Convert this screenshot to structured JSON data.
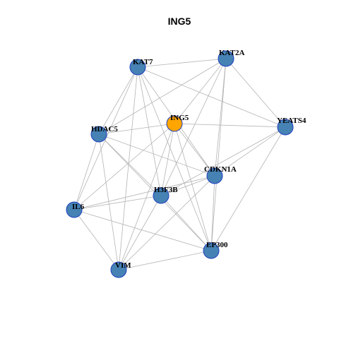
{
  "title": "ING5",
  "colors": {
    "focus_node": "#ffa500",
    "node": "#4682b4",
    "node_border": "#1f3fbf",
    "edge": "#b4b4b4"
  },
  "nodes": [
    {
      "id": "ING5",
      "label": "ING5",
      "focus": true
    },
    {
      "id": "KAT7",
      "label": "KAT7",
      "focus": false
    },
    {
      "id": "KAT2A",
      "label": "KAT2A",
      "focus": false
    },
    {
      "id": "HDAC5",
      "label": "HDAC5",
      "focus": false
    },
    {
      "id": "YEATS4",
      "label": "YEATS4",
      "focus": false
    },
    {
      "id": "CDKN1A",
      "label": "CDKN1A",
      "focus": false
    },
    {
      "id": "H3F3B",
      "label": "H3F3B",
      "focus": false
    },
    {
      "id": "IL6",
      "label": "IL6",
      "focus": false
    },
    {
      "id": "EP300",
      "label": "EP300",
      "focus": false
    },
    {
      "id": "VIM",
      "label": "VIM",
      "focus": false
    }
  ],
  "edges": [
    [
      "KAT7",
      "KAT2A"
    ],
    [
      "KAT7",
      "HDAC5"
    ],
    [
      "KAT7",
      "YEATS4"
    ],
    [
      "KAT7",
      "CDKN1A"
    ],
    [
      "KAT7",
      "H3F3B"
    ],
    [
      "KAT7",
      "EP300"
    ],
    [
      "KAT7",
      "IL6"
    ],
    [
      "KAT7",
      "VIM"
    ],
    [
      "KAT2A",
      "HDAC5"
    ],
    [
      "KAT2A",
      "ING5"
    ],
    [
      "KAT2A",
      "YEATS4"
    ],
    [
      "KAT2A",
      "CDKN1A"
    ],
    [
      "KAT2A",
      "H3F3B"
    ],
    [
      "KAT2A",
      "EP300"
    ],
    [
      "ING5",
      "HDAC5"
    ],
    [
      "ING5",
      "YEATS4"
    ],
    [
      "ING5",
      "CDKN1A"
    ],
    [
      "ING5",
      "H3F3B"
    ],
    [
      "ING5",
      "EP300"
    ],
    [
      "ING5",
      "IL6"
    ],
    [
      "ING5",
      "VIM"
    ],
    [
      "HDAC5",
      "CDKN1A"
    ],
    [
      "HDAC5",
      "H3F3B"
    ],
    [
      "HDAC5",
      "EP300"
    ],
    [
      "HDAC5",
      "IL6"
    ],
    [
      "HDAC5",
      "VIM"
    ],
    [
      "YEATS4",
      "CDKN1A"
    ],
    [
      "YEATS4",
      "H3F3B"
    ],
    [
      "YEATS4",
      "EP300"
    ],
    [
      "CDKN1A",
      "H3F3B"
    ],
    [
      "CDKN1A",
      "IL6"
    ],
    [
      "CDKN1A",
      "VIM"
    ],
    [
      "CDKN1A",
      "EP300"
    ],
    [
      "H3F3B",
      "IL6"
    ],
    [
      "H3F3B",
      "VIM"
    ],
    [
      "H3F3B",
      "EP300"
    ],
    [
      "IL6",
      "VIM"
    ],
    [
      "IL6",
      "EP300"
    ],
    [
      "VIM",
      "EP300"
    ]
  ]
}
